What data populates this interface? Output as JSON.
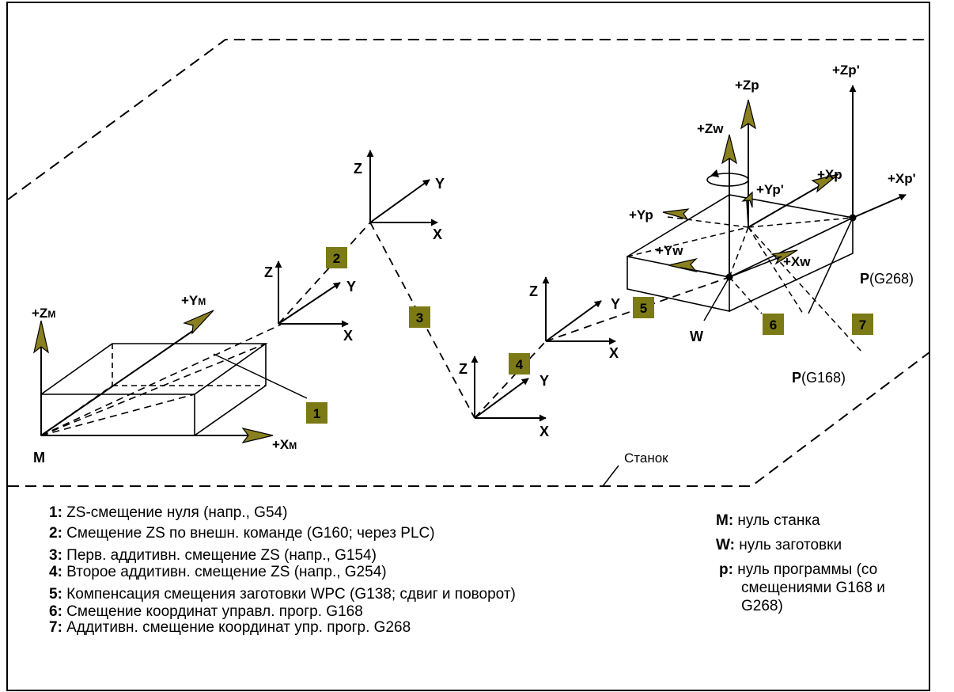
{
  "machine_label": "Станок",
  "colors": {
    "arrow_fill": "#8a8020",
    "badge_fill": "#7b7a16",
    "line": "#000000"
  },
  "badges": [
    "1",
    "2",
    "3",
    "4",
    "5",
    "6",
    "7"
  ],
  "axes": {
    "machine": {
      "z": "+Z",
      "z_sub": "M",
      "y": "+Y",
      "y_sub": "M",
      "x": "+X",
      "x_sub": "M",
      "origin": "M"
    },
    "frame2": {
      "z": "Z",
      "y": "Y",
      "x": "X"
    },
    "frame3": {
      "z": "Z",
      "y": "Y",
      "x": "X"
    },
    "frame4": {
      "z": "Z",
      "y": "Y",
      "x": "X"
    },
    "frame5": {
      "z": "Z",
      "y": "Y",
      "x": "X"
    },
    "workpiece": {
      "zp": "+Zp",
      "zw": "+Zw",
      "zp2": "+Zp'",
      "yp": "+Yp",
      "yp2": "+Yp'",
      "yw": "+Yw",
      "xp": "+Xp",
      "xp2": "+Xp'",
      "xw": "+Xw",
      "w": "W",
      "p268_b": "P",
      "p268_rest": "(G268)",
      "p168_b": "P",
      "p168_rest": "(G168)"
    }
  },
  "legend_left": [
    {
      "key": "1:",
      "text": " ZS-смещение нуля (напр., G54)"
    },
    {
      "key": "2:",
      "text": " Смещение ZS по внешн. команде (G160; через PLC)"
    },
    {
      "key": "3:",
      "text": " Перв. аддитивн. смещение ZS (напр., G154)"
    },
    {
      "key": "4:",
      "text": " Второе аддитивн. смещение  ZS (напр., G254)"
    },
    {
      "key": "5:",
      "text": " Компенсация смещения заготовки WPC (G138; сдвиг и поворот)"
    },
    {
      "key": "6:",
      "text": " Смещение координат управл. прогр. G168"
    },
    {
      "key": "7:",
      "text": " Аддитивн. смещение координат упр. прогр. G268"
    }
  ],
  "legend_right": [
    {
      "key": "M:",
      "text": " нуль станка"
    },
    {
      "key": "W:",
      "text": " нуль заготовки"
    },
    {
      "key": "p:",
      "text": " нуль программы (со"
    },
    {
      "key": "",
      "text": "смещениями G168 и"
    },
    {
      "key": "",
      "text": "G268)"
    }
  ]
}
